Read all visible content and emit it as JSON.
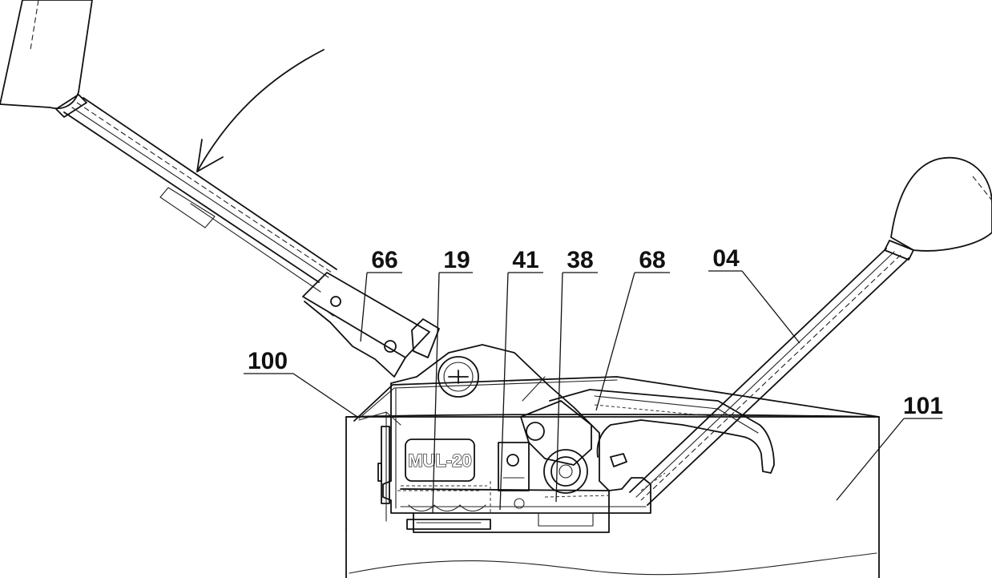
{
  "drawing": {
    "logo_text": "MUL-20",
    "part_labels": [
      {
        "id": "66",
        "text": "66"
      },
      {
        "id": "19",
        "text": "19"
      },
      {
        "id": "41",
        "text": "41"
      },
      {
        "id": "38",
        "text": "38"
      },
      {
        "id": "68",
        "text": "68"
      },
      {
        "id": "04",
        "text": "04"
      },
      {
        "id": "100",
        "text": "100"
      },
      {
        "id": "101",
        "text": "101"
      }
    ]
  }
}
